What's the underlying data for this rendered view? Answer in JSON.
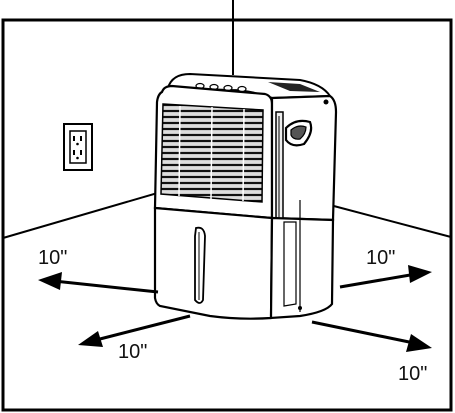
{
  "clearance": {
    "left": "10\"",
    "front_left": "10\"",
    "right": "10\"",
    "front_right": "10\""
  },
  "icons": {
    "outlet": "wall-outlet-icon",
    "unit": "dehumidifier-icon"
  }
}
